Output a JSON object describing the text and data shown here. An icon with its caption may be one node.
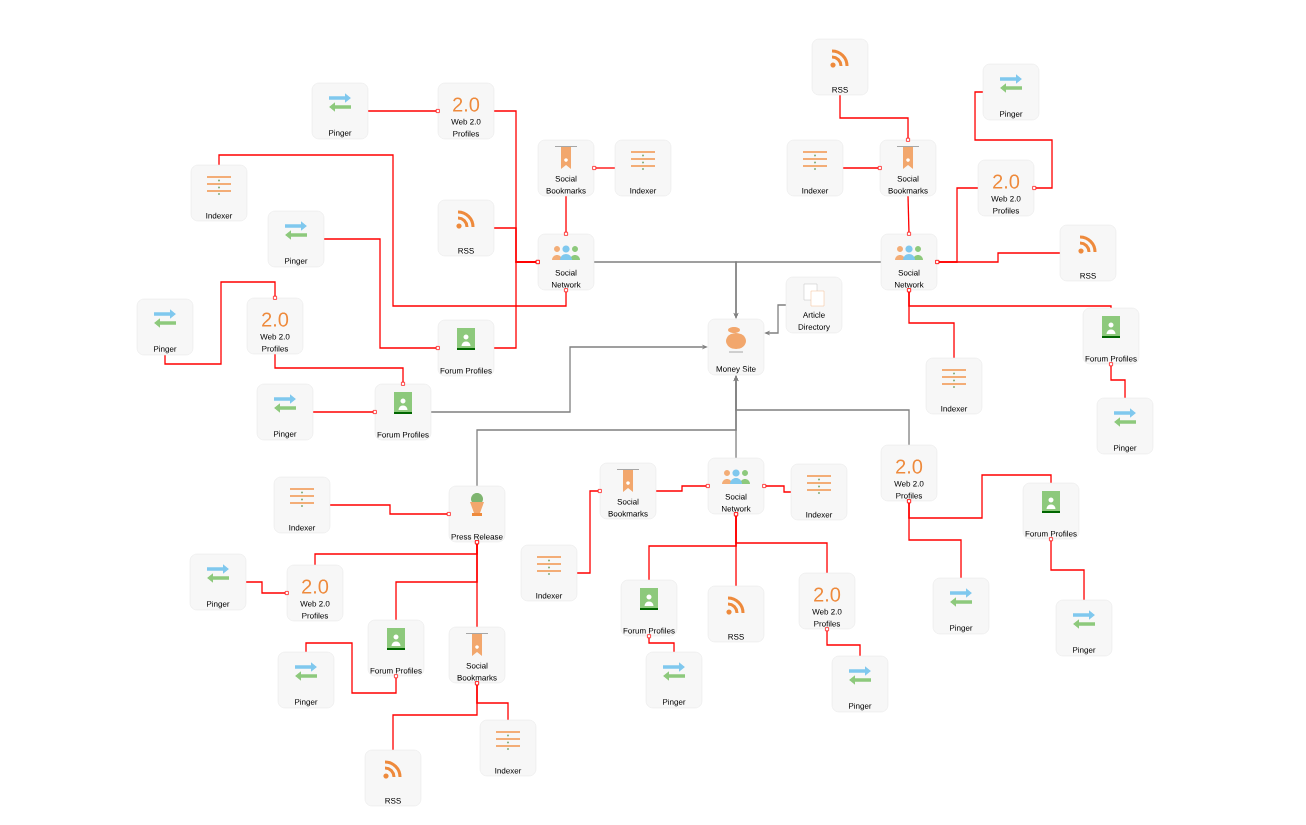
{
  "diagram": {
    "nodes": [
      {
        "text": [
          "Pinger"
        ]
      },
      {
        "text": [
          "2.0",
          "Web 2.0 Profiles"
        ]
      },
      {
        "text": [
          "Social Bookmarks"
        ]
      },
      {
        "text": [
          "Indexer"
        ]
      },
      {
        "text": [
          "Indexer"
        ]
      },
      {
        "text": [
          "RSS"
        ]
      },
      {
        "text": [
          "Pinger"
        ]
      },
      {
        "text": [
          "Social Network"
        ]
      },
      {
        "text": [
          "Pinger"
        ]
      },
      {
        "text": [
          "2.0",
          "Web 2.0 Profiles"
        ]
      },
      {
        "text": [
          "Forum Profiles"
        ]
      },
      {
        "text": [
          "Pinger"
        ]
      },
      {
        "text": [
          "Forum Profiles"
        ]
      },
      {
        "text": [
          "Money Site"
        ]
      },
      {
        "text": [
          "Article Directory"
        ]
      },
      {
        "text": [
          "RSS"
        ]
      },
      {
        "text": [
          "Pinger"
        ]
      },
      {
        "text": [
          "Indexer"
        ]
      },
      {
        "text": [
          "Social Bookmarks"
        ]
      },
      {
        "text": [
          "2.0",
          "Web 2.0 Profiles"
        ]
      },
      {
        "text": [
          "Social Network"
        ]
      },
      {
        "text": [
          "RSS"
        ]
      },
      {
        "text": [
          "Forum Profiles"
        ]
      },
      {
        "text": [
          "Indexer"
        ]
      },
      {
        "text": [
          "Pinger"
        ]
      },
      {
        "text": [
          "2.0",
          "Web 2.0 Profiles"
        ]
      },
      {
        "text": [
          "Social Bookmarks"
        ]
      },
      {
        "text": [
          "Social Network"
        ]
      },
      {
        "text": [
          "Indexer"
        ]
      },
      {
        "text": [
          "Indexer"
        ]
      },
      {
        "text": [
          "Press Release"
        ]
      },
      {
        "text": [
          "Forum Profiles"
        ]
      },
      {
        "text": [
          "Indexer"
        ]
      },
      {
        "text": [
          "Pinger"
        ]
      },
      {
        "text": [
          "2.0",
          "Web 2.0 Profiles"
        ]
      },
      {
        "text": [
          "Forum Profiles"
        ]
      },
      {
        "text": [
          "RSS"
        ]
      },
      {
        "text": [
          "2.0",
          "Web 2.0 Profiles"
        ]
      },
      {
        "text": [
          "Pinger"
        ]
      },
      {
        "text": [
          "Forum Profiles"
        ]
      },
      {
        "text": [
          "Social Bookmarks"
        ]
      },
      {
        "text": [
          "Pinger"
        ]
      },
      {
        "text": [
          "Pinger"
        ]
      },
      {
        "text": [
          "Pinger"
        ]
      },
      {
        "text": [
          "Pinger"
        ]
      },
      {
        "text": [
          "Indexer"
        ]
      },
      {
        "text": [
          "RSS"
        ]
      }
    ],
    "edges": [
      {
        "from": 0,
        "to": 1,
        "arrow": "other"
      },
      {
        "from": 1,
        "to": 7,
        "arrow": "other"
      },
      {
        "from": 5,
        "to": 7,
        "arrow": "other"
      },
      {
        "from": 10,
        "to": 7,
        "arrow": "other"
      },
      {
        "from": 3,
        "to": 2,
        "arrow": "other"
      },
      {
        "from": 2,
        "to": 7,
        "arrow": "other"
      },
      {
        "from": 4,
        "to": 7,
        "arrow": "other"
      },
      {
        "from": 6,
        "to": 10,
        "arrow": "other"
      },
      {
        "from": 8,
        "to": 9,
        "arrow": "other"
      },
      {
        "from": 9,
        "to": 12,
        "arrow": "other"
      },
      {
        "from": 11,
        "to": 12,
        "arrow": "other"
      },
      {
        "from": 12,
        "to": 13,
        "arrow": "to",
        "color": "#808080"
      },
      {
        "from": 7,
        "to": 13,
        "arrow": "to",
        "color": "#808080"
      },
      {
        "from": 20,
        "to": 13,
        "arrow": "to",
        "color": "#808080"
      },
      {
        "from": 14,
        "to": 13,
        "arrow": "to",
        "color": "#808080"
      },
      {
        "from": 25,
        "to": 13,
        "arrow": "to",
        "color": "#808080"
      },
      {
        "from": 27,
        "to": 13,
        "arrow": "to",
        "color": "#808080"
      },
      {
        "from": 30,
        "to": 13,
        "arrow": "to",
        "color": "#808080"
      },
      {
        "from": 15,
        "to": 18,
        "arrow": "other"
      },
      {
        "from": 17,
        "to": 18,
        "arrow": "other"
      },
      {
        "from": 18,
        "to": 20,
        "arrow": "other"
      },
      {
        "from": 16,
        "to": 19,
        "arrow": "other"
      },
      {
        "from": 19,
        "to": 20,
        "arrow": "other"
      },
      {
        "from": 21,
        "to": 20,
        "arrow": "other"
      },
      {
        "from": 22,
        "to": 20,
        "arrow": "other"
      },
      {
        "from": 23,
        "to": 20,
        "arrow": "other"
      },
      {
        "from": 24,
        "to": 22,
        "arrow": "other"
      },
      {
        "from": 38,
        "to": 25,
        "arrow": "other"
      },
      {
        "from": 31,
        "to": 25,
        "arrow": "other"
      },
      {
        "from": 41,
        "to": 31,
        "arrow": "other"
      },
      {
        "from": 26,
        "to": 27,
        "arrow": "other"
      },
      {
        "from": 32,
        "to": 26,
        "arrow": "other"
      },
      {
        "from": 28,
        "to": 27,
        "arrow": "other"
      },
      {
        "from": 35,
        "to": 27,
        "arrow": "other"
      },
      {
        "from": 36,
        "to": 27,
        "arrow": "other"
      },
      {
        "from": 37,
        "to": 27,
        "arrow": "other"
      },
      {
        "from": 43,
        "to": 35,
        "arrow": "other"
      },
      {
        "from": 44,
        "to": 37,
        "arrow": "other"
      },
      {
        "from": 29,
        "to": 30,
        "arrow": "other"
      },
      {
        "from": 34,
        "to": 30,
        "arrow": "other"
      },
      {
        "from": 39,
        "to": 30,
        "arrow": "other"
      },
      {
        "from": 40,
        "to": 30,
        "arrow": "other"
      },
      {
        "from": 33,
        "to": 34,
        "arrow": "other"
      },
      {
        "from": 42,
        "to": 39,
        "arrow": "other"
      },
      {
        "from": 46,
        "to": 40,
        "arrow": "other"
      },
      {
        "from": 45,
        "to": 40,
        "arrow": "other"
      }
    ]
  }
}
